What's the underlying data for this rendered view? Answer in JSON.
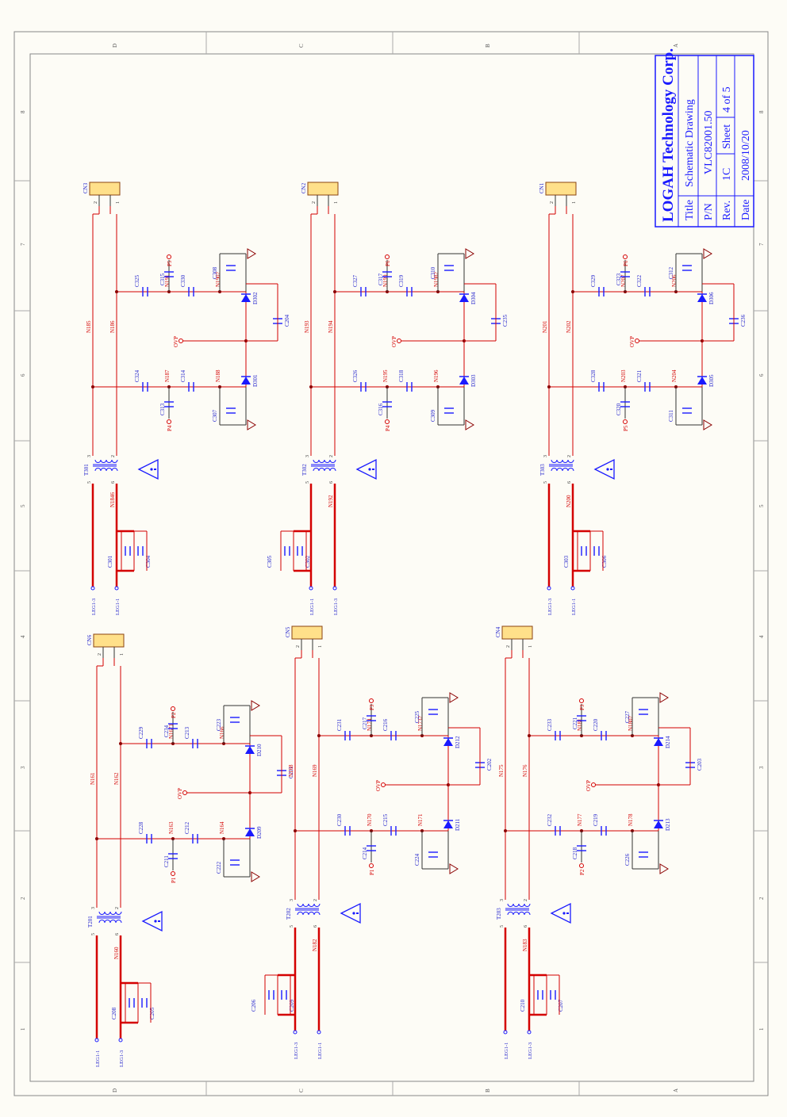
{
  "title_block": {
    "company": "LOGAH Technology Corp.",
    "title_label": "Title",
    "title_value": "Schematic Drawing",
    "pn_label": "P/N",
    "pn_value": "VLC82001.50",
    "rev_label": "Rev.",
    "rev_value": "1C",
    "sheet_label": "Sheet",
    "sheet_value": "4 of 5",
    "date_label": "Date",
    "date_value": "2008/10/20"
  },
  "border": {
    "top_letters": [
      "D",
      "C",
      "B",
      "A"
    ],
    "side_numbers": [
      "8",
      "7",
      "6",
      "5",
      "4",
      "3",
      "2",
      "1"
    ]
  },
  "common": {
    "ovp": "OVP",
    "leg1": "LEG1-1",
    "leg3": "LEG1-3",
    "pin1": "1",
    "pin2": "2",
    "pin3": "3",
    "pin5": "5",
    "pin6": "6"
  },
  "circuits": [
    {
      "id": "top-left",
      "connector": "CN3",
      "transformer": "T301",
      "nets": {
        "left_top": "N185",
        "left_bot": "N186",
        "lower1": "N187",
        "lower2": "N188",
        "upper1": "N191",
        "upper2": "N1902",
        "tail": "N1846"
      },
      "caps": {
        "a": "C324",
        "b": "C314",
        "c": "C313",
        "d": "C307",
        "e": "C325",
        "f": "C330",
        "g": "C315",
        "h": "C308",
        "i": "C204",
        "j": "C301",
        "k": "C304"
      },
      "diodes": {
        "lower": "D301",
        "upper": "D302"
      },
      "probes": {
        "lower": "P4",
        "upper": "P5"
      },
      "leg_order": [
        "LEG1-3",
        "LEG1-1"
      ]
    },
    {
      "id": "top-middle",
      "connector": "CN2",
      "transformer": "T302",
      "nets": {
        "left_top": "N193",
        "left_bot": "N194",
        "lower1": "N195",
        "lower2": "N196",
        "upper1": "N199",
        "upper2": "N1982",
        "tail": "N192"
      },
      "caps": {
        "a": "C326",
        "b": "C318",
        "c": "C316",
        "d": "C309",
        "e": "C327",
        "f": "C319",
        "g": "C317",
        "h": "C310",
        "i": "C235",
        "j": "C305",
        "k": "C302"
      },
      "diodes": {
        "lower": "D303",
        "upper": "D304"
      },
      "probes": {
        "lower": "P4",
        "upper": "P6"
      },
      "leg_order": [
        "LEG1-1",
        "LEG1-3"
      ]
    },
    {
      "id": "top-right",
      "connector": "CN1",
      "transformer": "T303",
      "nets": {
        "left_top": "N201",
        "left_bot": "N202",
        "lower1": "N203",
        "lower2": "N204",
        "upper1": "N207",
        "upper2": "N206",
        "tail": "N200"
      },
      "caps": {
        "a": "C328",
        "b": "C321",
        "c": "C320",
        "d": "C311",
        "e": "C329",
        "f": "C322",
        "g": "C323",
        "h": "C312",
        "i": "C236",
        "j": "C303",
        "k": "C306"
      },
      "diodes": {
        "lower": "D305",
        "upper": "D306"
      },
      "probes": {
        "lower": "P5",
        "upper": "P6"
      },
      "leg_order": [
        "LEG1-3",
        "LEG1-1"
      ]
    },
    {
      "id": "bottom-left",
      "connector": "CN6",
      "transformer": "T201",
      "nets": {
        "left_top": "N161",
        "left_bot": "N162",
        "lower1": "N163",
        "lower2": "N164",
        "upper1": "N1671",
        "upper2": "N166",
        "tail": "N160"
      },
      "caps": {
        "a": "C228",
        "b": "C212",
        "c": "C211",
        "d": "C222",
        "e": "C229",
        "f": "C213",
        "g": "C234",
        "h": "C223",
        "i": "C201",
        "j": "C208",
        "k": "C205"
      },
      "diodes": {
        "lower": "D209",
        "upper": "D210"
      },
      "probes": {
        "lower": "P1",
        "upper": "P2"
      },
      "leg_order": [
        "LEG1-1",
        "LEG1-3"
      ]
    },
    {
      "id": "bottom-middle",
      "connector": "CN5",
      "transformer": "T202",
      "nets": {
        "left_top": "N168",
        "left_bot": "N169",
        "lower1": "N170",
        "lower2": "N171",
        "upper1": "N174",
        "upper2": "N1732",
        "tail": "N182"
      },
      "caps": {
        "a": "C230",
        "b": "C215",
        "c": "C214",
        "d": "C224",
        "e": "C231",
        "f": "C216",
        "g": "C217",
        "h": "C225",
        "i": "C202",
        "j": "C206",
        "k": "C209"
      },
      "diodes": {
        "lower": "D211",
        "upper": "D212"
      },
      "probes": {
        "lower": "P1",
        "upper": "P3"
      },
      "leg_order": [
        "LEG1-3",
        "LEG1-1"
      ]
    },
    {
      "id": "bottom-right",
      "connector": "CN4",
      "transformer": "T203",
      "nets": {
        "left_top": "N175",
        "left_bot": "N176",
        "lower1": "N177",
        "lower2": "N178",
        "upper1": "N181",
        "upper2": "N1802",
        "tail": "N183"
      },
      "caps": {
        "a": "C232",
        "b": "C219",
        "c": "C218",
        "d": "C226",
        "e": "C233",
        "f": "C220",
        "g": "C221",
        "h": "C227",
        "i": "C203",
        "j": "C210",
        "k": "C207"
      },
      "diodes": {
        "lower": "D213",
        "upper": "D214"
      },
      "probes": {
        "lower": "P2",
        "upper": "P3"
      },
      "leg_order": [
        "LEG1-1",
        "LEG1-3"
      ]
    }
  ],
  "colors": {
    "wire": "#d40000",
    "component": "#1a1aff",
    "dot": "#8b0000",
    "ground": "#8b0000",
    "text_blue": "#2222cc",
    "connector_fill": "#ffe08a",
    "title_border": "#1a1aff"
  }
}
